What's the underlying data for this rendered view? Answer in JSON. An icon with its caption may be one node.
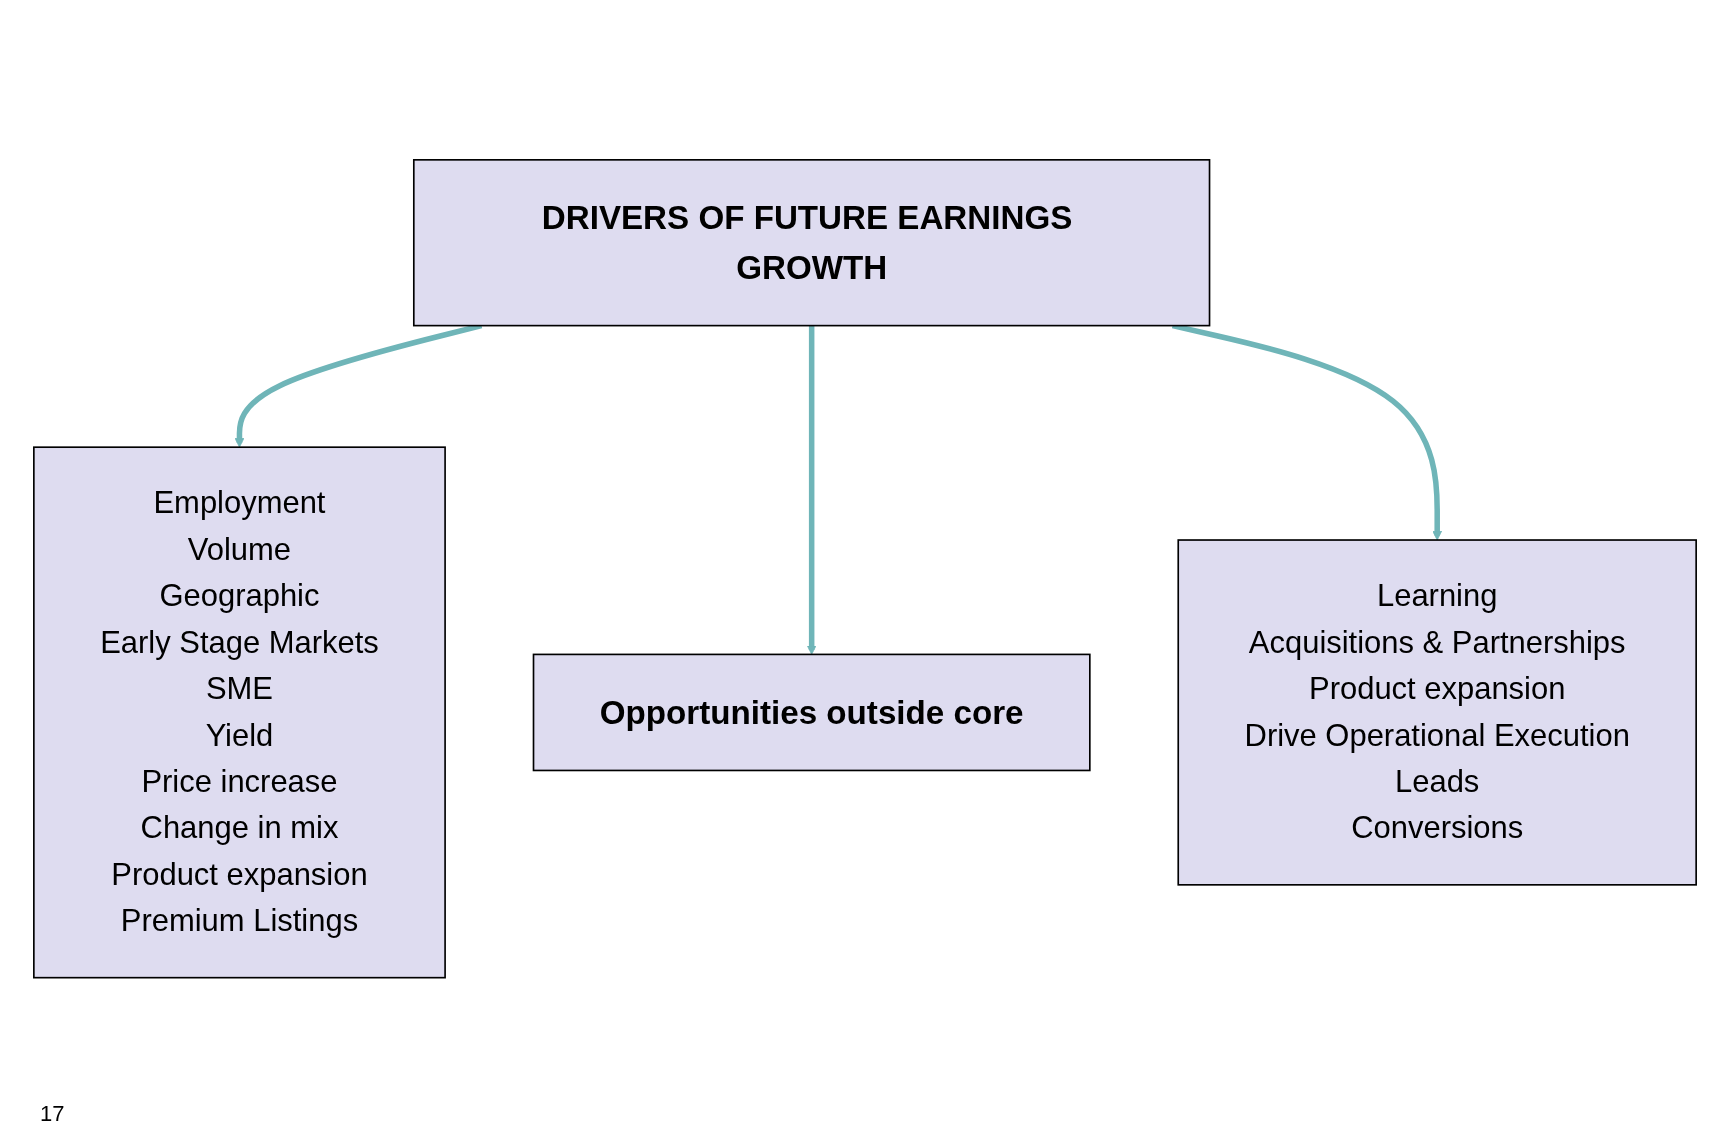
{
  "diagram": {
    "nodes": [
      {
        "text": [
          "DRIVERS OF FUTURE EARNINGS GROWTH"
        ]
      },
      {
        "text": [
          "Employment",
          "Volume",
          "Geographic",
          "Early Stage Markets",
          "SME",
          "Yield",
          "Price increase",
          "Change in mix",
          "Product expansion",
          "Premium Listings"
        ]
      },
      {
        "text": [
          "Learning",
          "Acquisitions & Partnerships",
          "Product expansion",
          "Drive Operational Execution",
          "Leads",
          "Conversions"
        ]
      },
      {
        "text": [
          "Opportunities outside core"
        ]
      }
    ],
    "edges": [
      {
        "from": 0,
        "to": 1,
        "arrow": "to"
      },
      {
        "from": 0,
        "to": 3,
        "arrow": "to"
      },
      {
        "from": 0,
        "to": 2,
        "arrow": "to"
      }
    ],
    "labels": [
      "17"
    ]
  }
}
